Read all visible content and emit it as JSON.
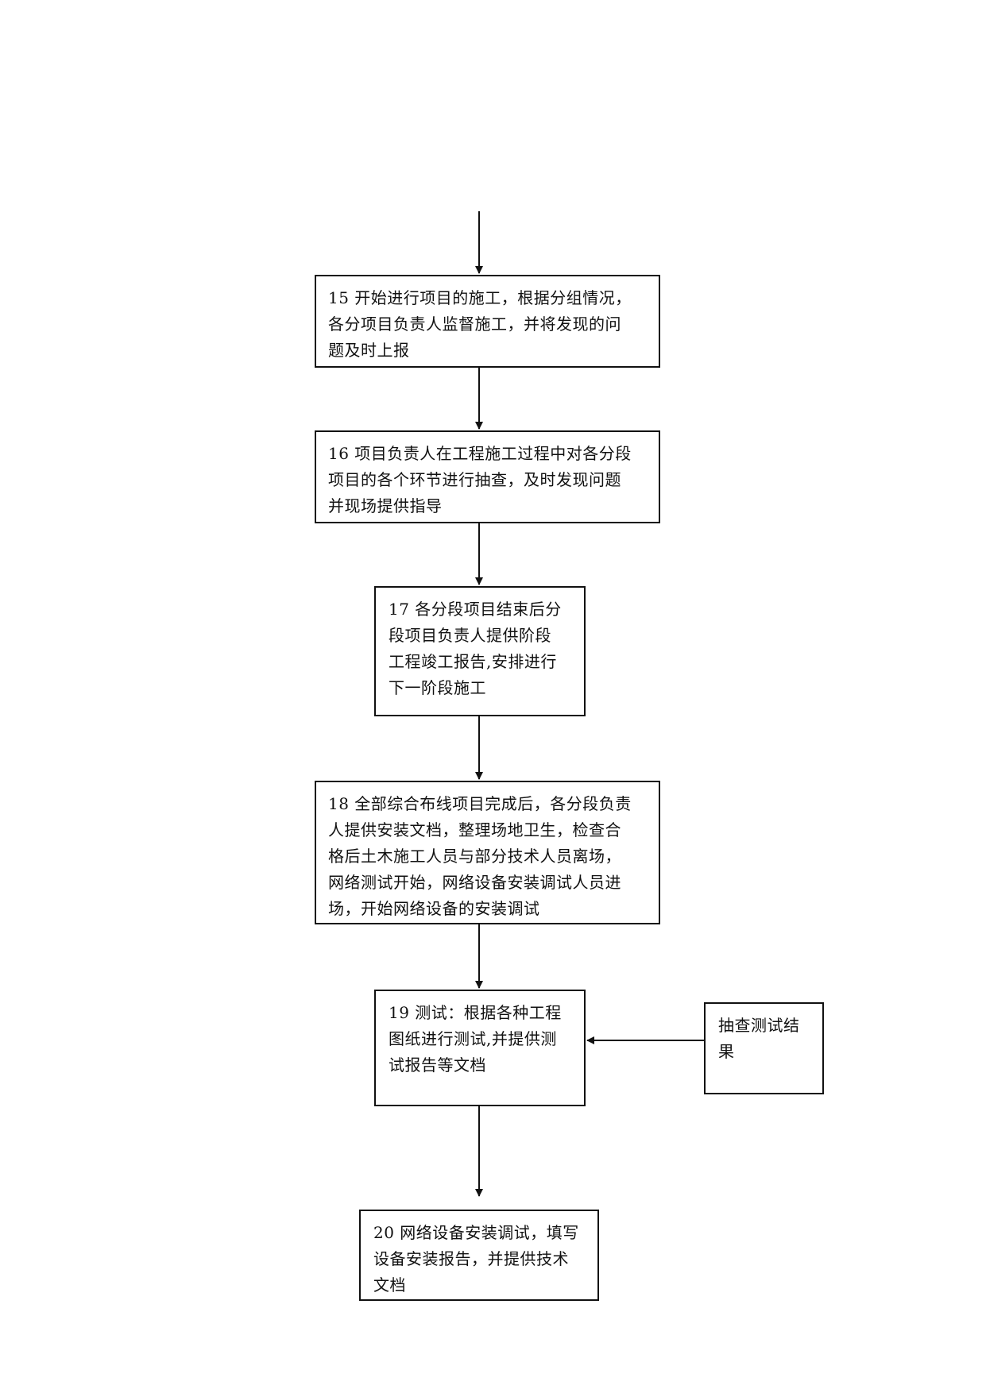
{
  "flowchart": {
    "steps": [
      {
        "id": "15",
        "text": "15 开始进行项目的施工，根据分组情况，\n各分项目负责人监督施工，并将发现的问\n题及时上报"
      },
      {
        "id": "16",
        "text": "16 项目负责人在工程施工过程中对各分段\n项目的各个环节进行抽查，及时发现问题\n并现场提供指导"
      },
      {
        "id": "17",
        "text": "17 各分段项目结束后分\n段项目负责人提供阶段\n工程竣工报告,安排进行\n下一阶段施工"
      },
      {
        "id": "18",
        "text": "18 全部综合布线项目完成后，各分段负责\n人提供安装文档，整理场地卫生，检查合\n格后土木施工人员与部分技术人员离场，\n网络测试开始，网络设备安装调试人员进\n场，开始网络设备的安装调试"
      },
      {
        "id": "19",
        "text": "19 测试：根据各种工程\n图纸进行测试,并提供测\n试报告等文档"
      },
      {
        "id": "20",
        "text": "20  网络设备安装调试，填写\n设备安装报告，并提供技术\n文档"
      }
    ],
    "side_box": {
      "id": "spot-check",
      "text": "抽查测试结\n果"
    },
    "line_color": "#111111"
  }
}
